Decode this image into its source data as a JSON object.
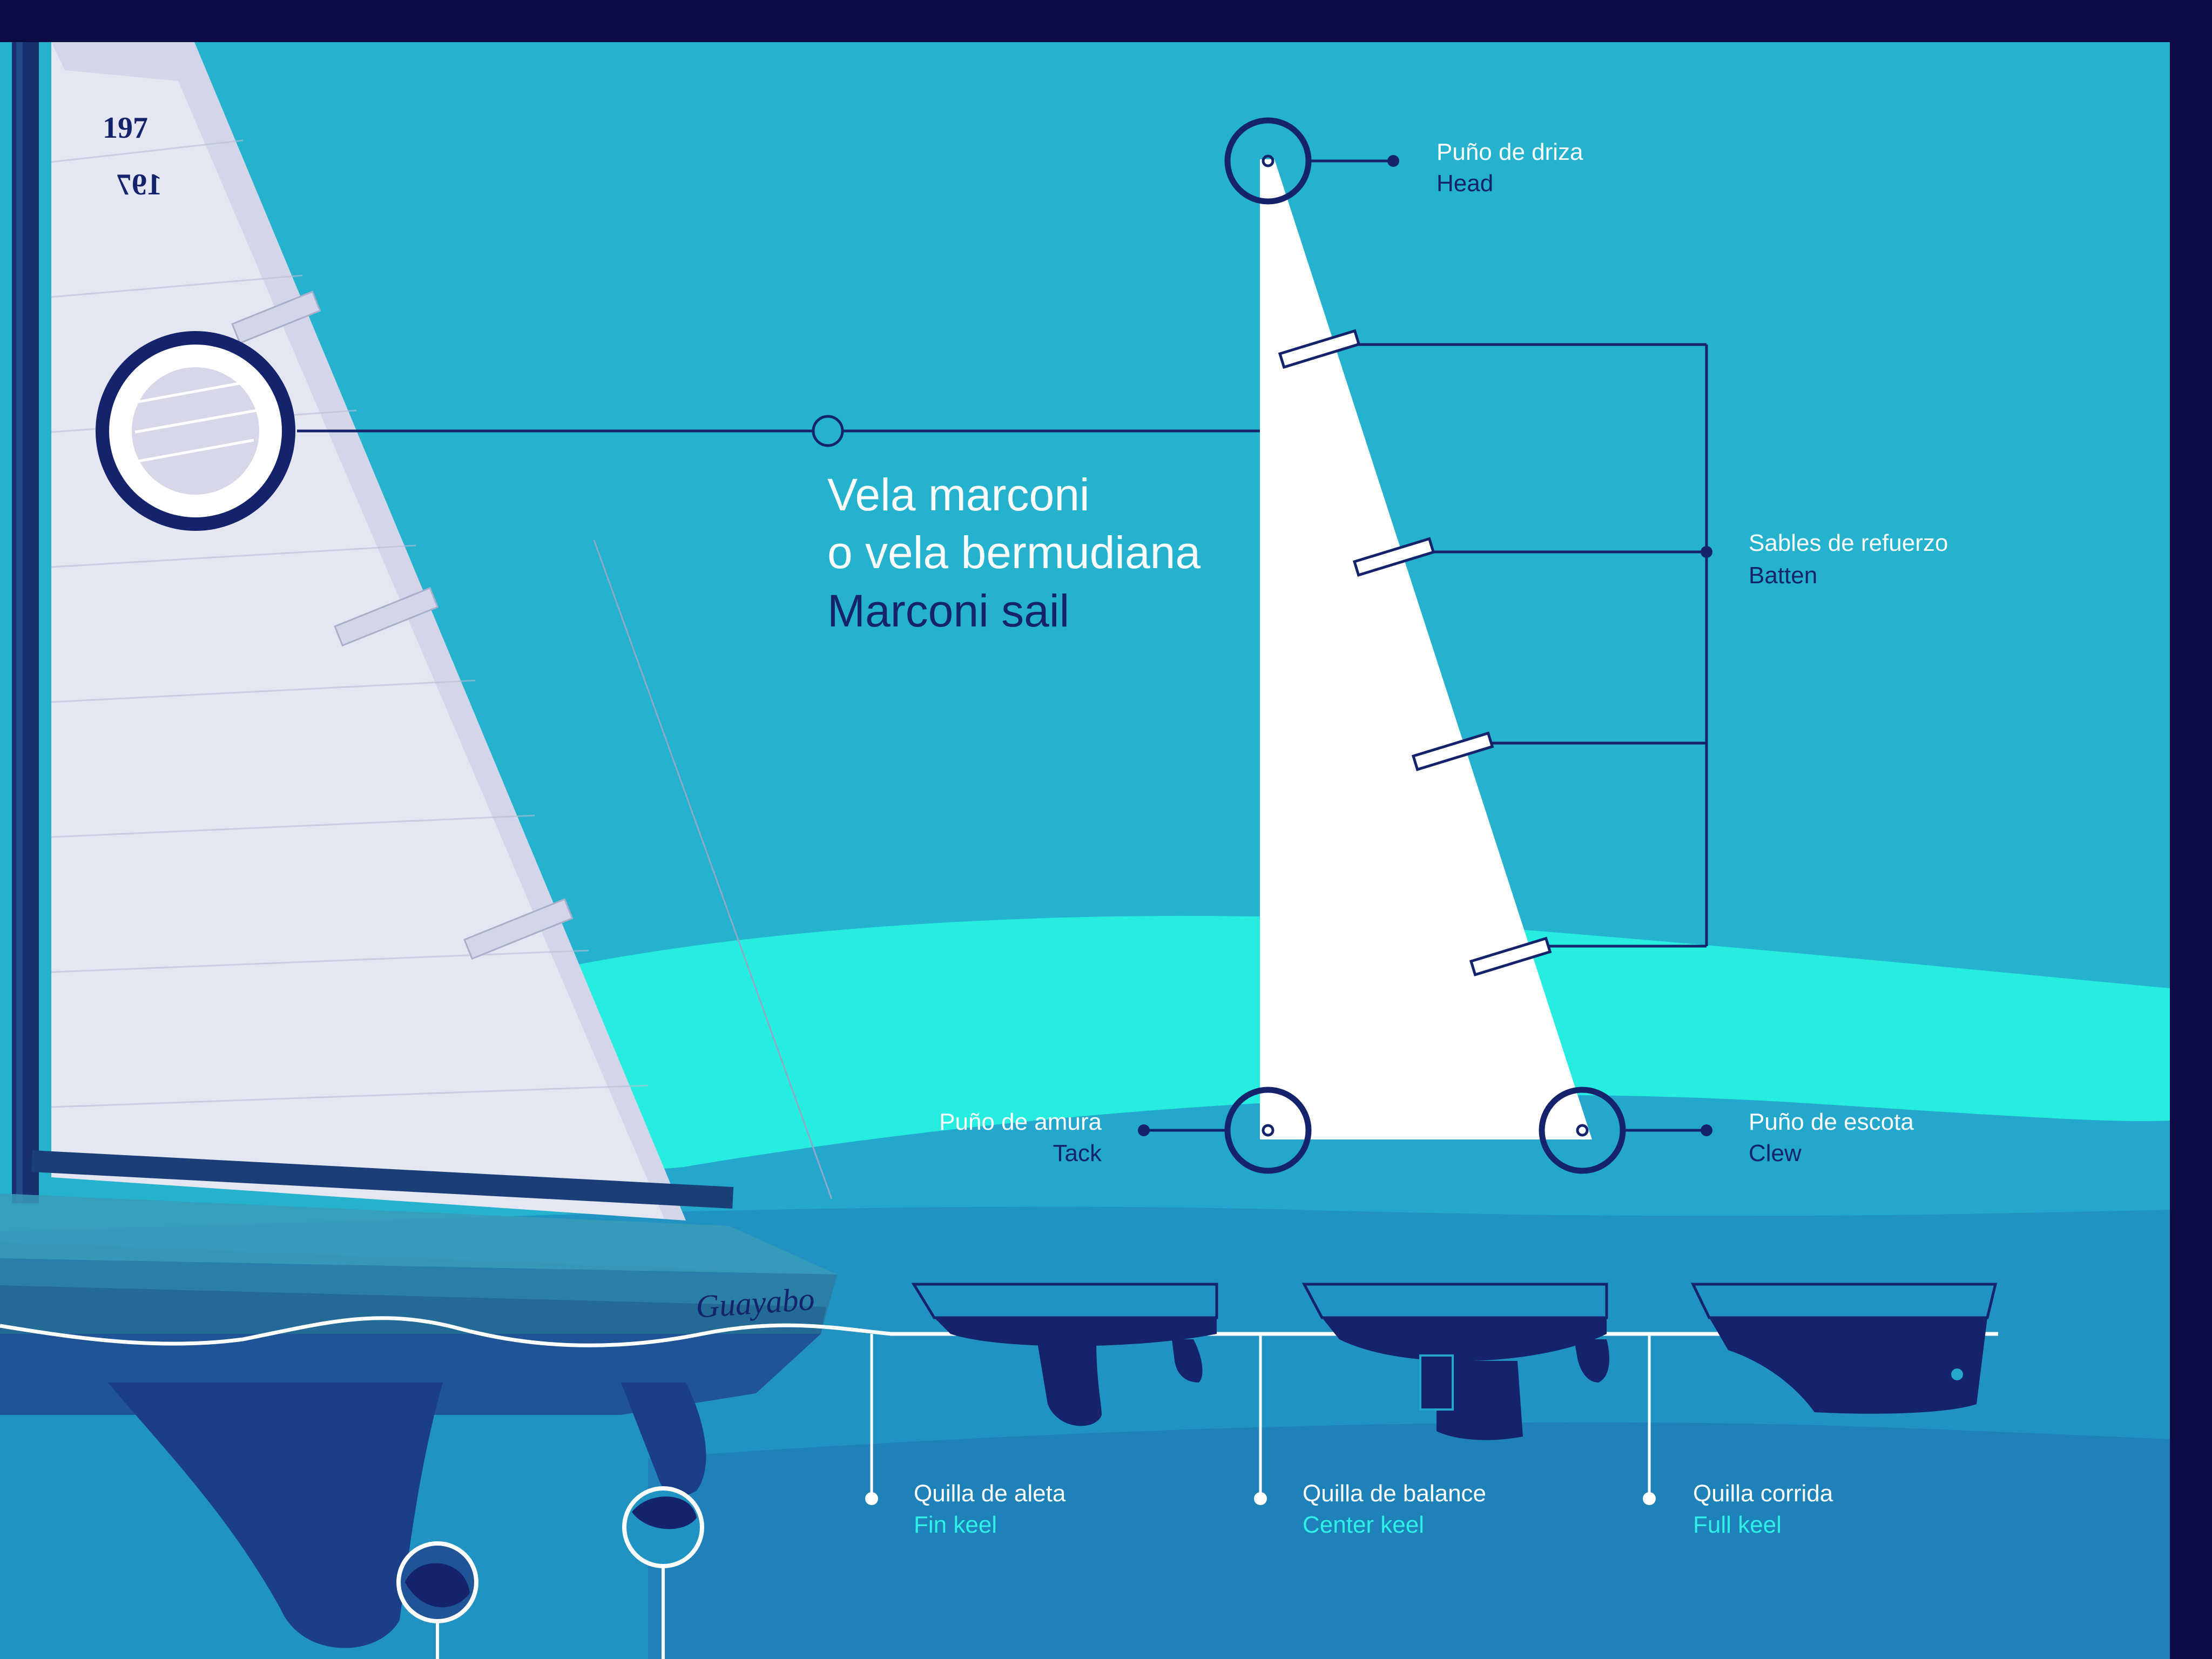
{
  "colors": {
    "frame": "#0b0c45",
    "sky": "#24b2cf",
    "wave_light": "#26ede0",
    "sea_mid": "#23a7cc",
    "sea_deep": "#1e82b8",
    "navy": "#14236b",
    "white": "#ffffff",
    "cyan_text": "#2ff0e8"
  },
  "photo_boat": {
    "sail_number_top": "197",
    "sail_number_mirror": "197",
    "hull_name": "Guayabo"
  },
  "title": {
    "line1": "Vela marconi",
    "line2": "o vela bermudiana",
    "line3": "Marconi sail"
  },
  "sail_parts": {
    "head": {
      "es": "Puño de driza",
      "en": "Head"
    },
    "batten": {
      "es": "Sables de refuerzo",
      "en": "Batten"
    },
    "tack": {
      "es": "Puño de amura",
      "en": "Tack"
    },
    "clew": {
      "es": "Puño de escota",
      "en": "Clew"
    }
  },
  "keels": [
    {
      "es": "Quilla de aleta",
      "en": "Fin keel"
    },
    {
      "es": "Quilla de balance",
      "en": "Center keel"
    },
    {
      "es": "Quilla corrida",
      "en": "Full keel"
    }
  ]
}
